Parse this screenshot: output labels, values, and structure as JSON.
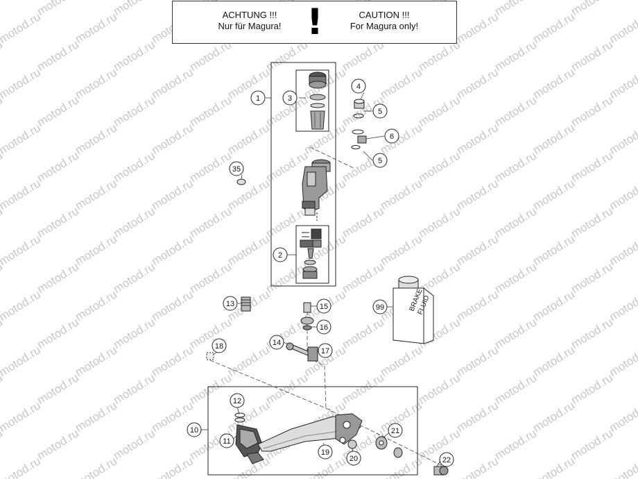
{
  "watermark": "motod.ru",
  "caution": {
    "de_line1": "ACHTUNG !!!",
    "de_line2": "Nur für Magura!",
    "en_line1": "CAUTION !!!",
    "en_line2": "For Magura only!",
    "symbol": "!"
  },
  "bottle_label": [
    "BRAKE",
    "FLUID"
  ],
  "callouts": [
    "1",
    "2",
    "3",
    "4",
    "5",
    "5",
    "6",
    "35",
    "13",
    "15",
    "16",
    "14",
    "17",
    "18",
    "99",
    "12",
    "11",
    "10",
    "19",
    "20",
    "21",
    "22"
  ]
}
